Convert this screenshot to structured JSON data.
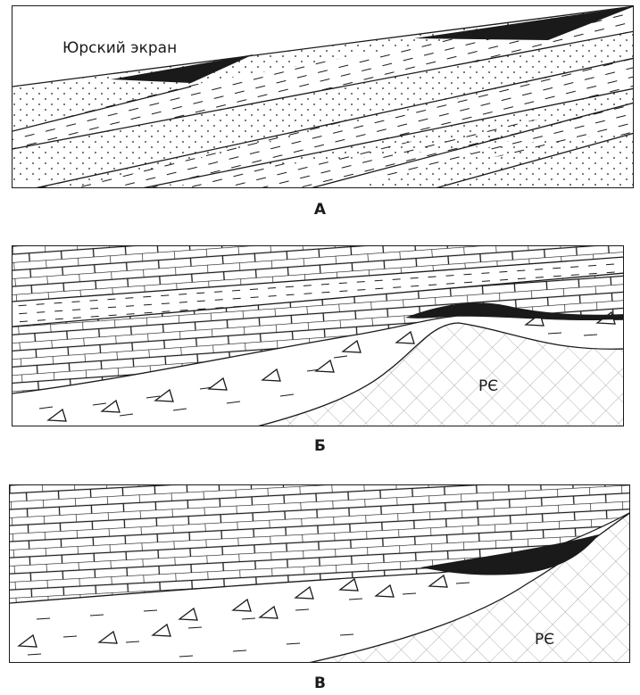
{
  "panels": [
    {
      "caption": "А",
      "label": "Юрский экран"
    },
    {
      "caption": "Б",
      "label": "PЄ"
    },
    {
      "caption": "В",
      "label": "PЄ"
    }
  ],
  "colors": {
    "ink": "#1a1a1a",
    "paper": "#ffffff",
    "basement_grid": "#9a9a9a"
  }
}
